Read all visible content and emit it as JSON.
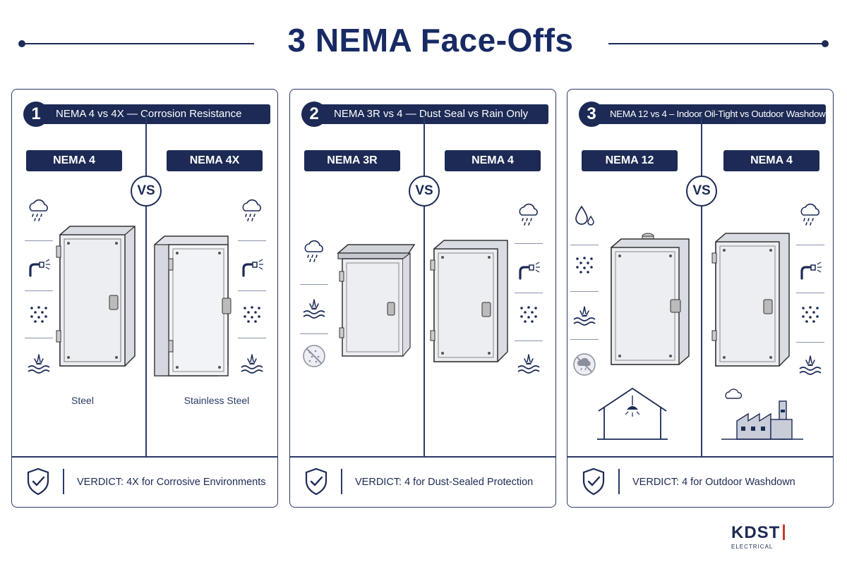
{
  "title": "3 NEMA Face-Offs",
  "vs_label": "VS",
  "panels": [
    {
      "number": "1",
      "heading": "NEMA 4 vs 4X — Corrosion Resistance",
      "left_label": "NEMA 4",
      "right_label": "NEMA 4X",
      "left_material": "Steel",
      "right_material": "Stainless Steel",
      "left_icons": [
        "rain-cloud-icon",
        "hose-spray-icon",
        "dust-dots-icon",
        "splash-water-icon"
      ],
      "right_icons": [
        "rain-cloud-icon",
        "hose-spray-icon",
        "dust-dots-icon",
        "splash-water-icon"
      ],
      "verdict": "VERDICT: 4X  for Corrosive Environments"
    },
    {
      "number": "2",
      "heading": "NEMA 3R vs 4 — Dust Seal vs Rain Only",
      "left_label": "NEMA 3R",
      "right_label": "NEMA 4",
      "left_icons": [
        "rain-cloud-icon",
        "splash-water-icon",
        "no-dust-icon"
      ],
      "right_icons": [
        "rain-cloud-icon",
        "hose-spray-icon",
        "dust-dots-icon",
        "splash-water-icon"
      ],
      "verdict": "VERDICT: 4 for Dust-Sealed Protection"
    },
    {
      "number": "3",
      "heading": "NEMA 12 vs 4 – Indoor Oil-Tight vs Outdoor Washdown",
      "left_label": "NEMA 12",
      "right_label": "NEMA 4",
      "left_icons": [
        "oil-drops-icon",
        "dust-dots-icon",
        "splash-water-icon",
        "no-rain-icon"
      ],
      "right_icons": [
        "rain-cloud-icon",
        "hose-spray-icon",
        "dust-dots-icon",
        "splash-water-icon"
      ],
      "left_scene": "indoor-building-icon",
      "right_scene": "outdoor-factory-icon",
      "verdict": "VERDICT: 4 for Outdoor Washdown"
    }
  ],
  "brand": {
    "name": "KDST",
    "tagline": "ELECTRICAL"
  },
  "colors": {
    "navy": "#1c2a55",
    "accent_red": "#c43a2a"
  }
}
